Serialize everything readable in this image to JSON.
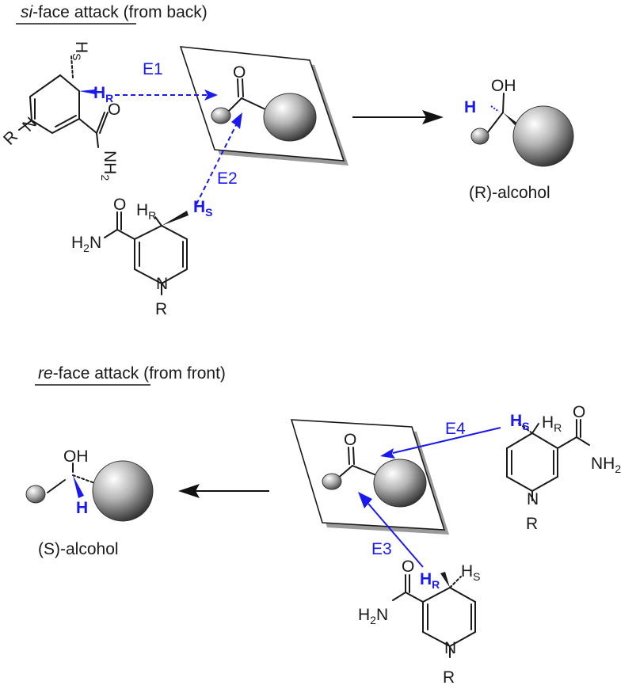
{
  "top_section": {
    "title_prefix": "si",
    "title_middle": "-face attack",
    "title_suffix": " (from back)",
    "enzyme_labels": [
      "E1",
      "E2"
    ],
    "product_label": "(R)-alcohol"
  },
  "bottom_section": {
    "title_prefix": "re",
    "title_middle": "-face attack",
    "title_suffix": " (from front)",
    "enzyme_labels": [
      "E4",
      "E3"
    ],
    "product_label": "(S)-alcohol"
  },
  "atoms": {
    "oxygen": "O",
    "hydroxyl": "OH",
    "hydrogen": "H",
    "nitrogen": "N",
    "r_group": "R",
    "h_base": "H",
    "sub_r": "R",
    "sub_s": "S",
    "amide_h2n": "H",
    "amide_sub2": "2",
    "amide_n": "N",
    "amide_n_right": "NH",
    "dash_r": "R"
  },
  "colors": {
    "hydride_transfer": "#1a1aee",
    "structure": "#1a1a1a",
    "plane_shadow": "#9a9a9a"
  }
}
